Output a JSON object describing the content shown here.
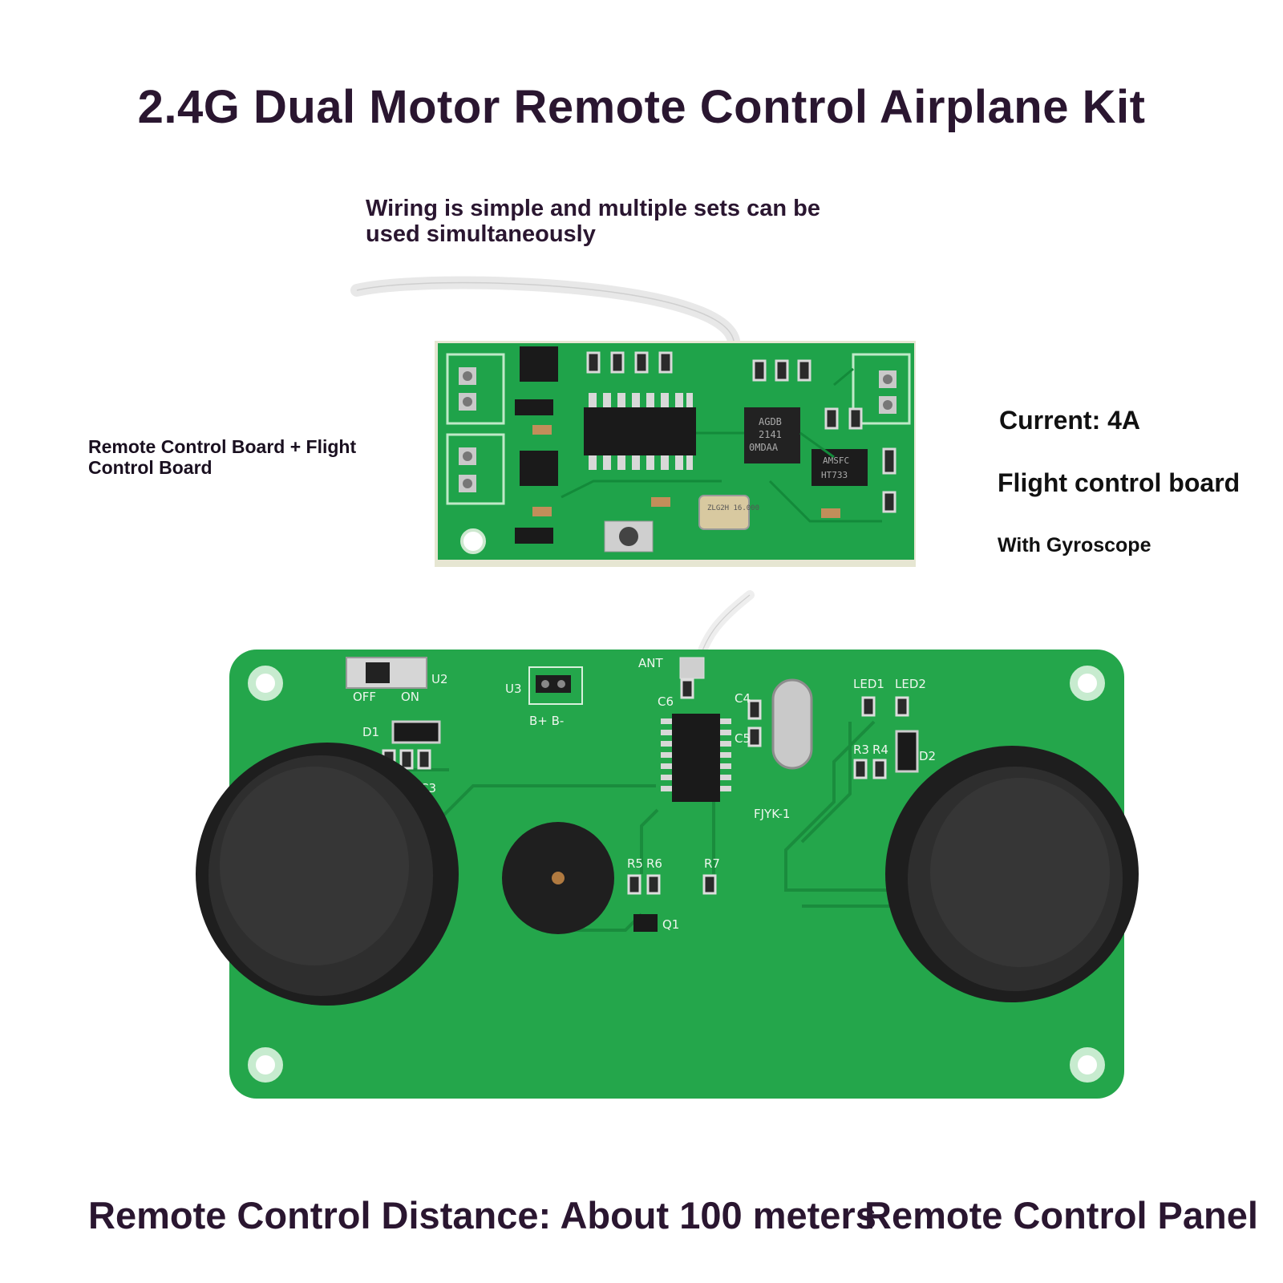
{
  "title": "2.4G Dual Motor Remote Control Airplane Kit",
  "wiring_note": "Wiring is simple and multiple sets can be used simultaneously",
  "board_label": "Remote Control Board + Flight Control Board",
  "specs": {
    "current": "Current: 4A",
    "flight_board": "Flight control board",
    "gyroscope": "With Gyroscope"
  },
  "bottom": {
    "distance": "Remote Control Distance: About 100 meters",
    "panel": "Remote Control Panel"
  },
  "pcb_silkscreen": {
    "ant": "ANT",
    "u2": "U2",
    "off": "OFF",
    "on": "ON",
    "u3": "U3",
    "b_terminals": "B+  B-",
    "c6": "C6",
    "d1": "D1",
    "led1": "LED1",
    "led2": "LED2",
    "fjyk": "FJYK-1",
    "r5": "R5",
    "r6": "R6",
    "r7": "R7",
    "q1": "Q1",
    "c4": "C4",
    "c5": "C5",
    "r3": "R3",
    "r4": "R4",
    "d2": "D2",
    "c3": "C3",
    "chip_text_1": "AGDB",
    "chip_text_2": "2141",
    "chip_text_3": "0MDAA",
    "chip_ht": "HT733",
    "chip_ams": "AMSFC",
    "crystal": "ZLG2H 16.000"
  },
  "colors": {
    "pcb_green": "#1fa34a",
    "text_dark": "#2a1630",
    "joystick": "#2b2b2b"
  }
}
